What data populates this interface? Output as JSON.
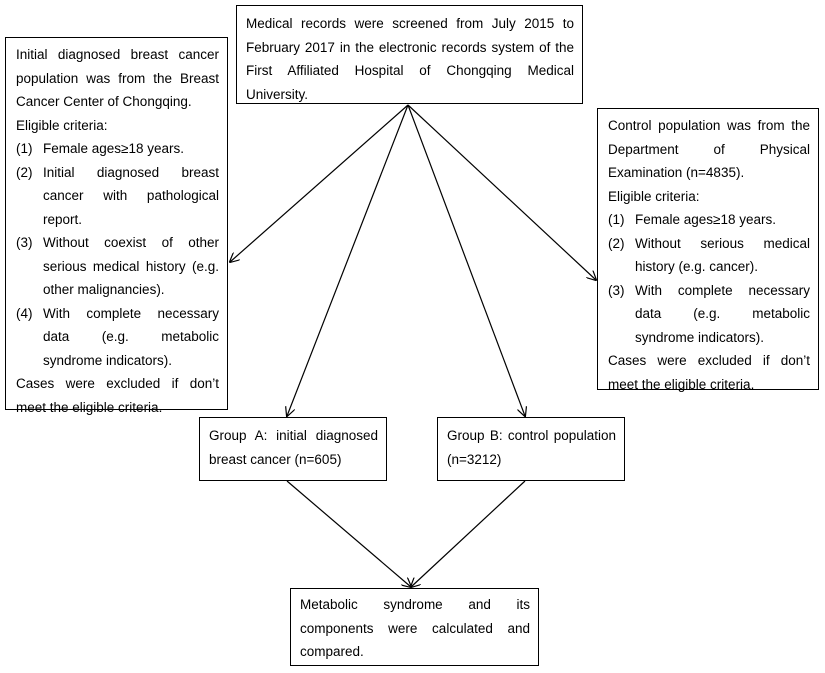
{
  "top_box": {
    "text": "Medical records were screened from July 2015 to February 2017 in the electronic records system of the First Affiliated Hospital of Chongqing Medical University."
  },
  "left_box": {
    "intro": "Initial diagnosed breast cancer population was from the Breast Cancer Center of Chongqing.",
    "criteria_label": "Eligible criteria:",
    "items": [
      {
        "num": "(1)",
        "text": "Female ages≥18 years."
      },
      {
        "num": "(2)",
        "text": "Initial diagnosed breast cancer with pathological report."
      },
      {
        "num": "(3)",
        "text": "Without coexist of other serious medical history (e.g. other malignancies)."
      },
      {
        "num": "(4)",
        "text": "With complete necessary data (e.g. metabolic syndrome indicators)."
      }
    ],
    "exclusion": "Cases were excluded if don’t meet the eligible criteria."
  },
  "right_box": {
    "intro": "Control population was from the Department of Physical Examination (n=4835).",
    "criteria_label": "Eligible criteria:",
    "items": [
      {
        "num": "(1)",
        "text": "Female ages≥18 years."
      },
      {
        "num": "(2)",
        "text": "Without serious medical history (e.g. cancer)."
      },
      {
        "num": "(3)",
        "text": "With complete necessary data (e.g. metabolic syndrome indicators)."
      }
    ],
    "exclusion": "Cases were excluded if don’t meet the eligible criteria."
  },
  "group_a": {
    "text": "Group A: initial diagnosed breast cancer (n=605)"
  },
  "group_b": {
    "text": "Group B: control population (n=3212)"
  },
  "bottom_box": {
    "text": "Metabolic syndrome and its components were calculated and compared."
  }
}
